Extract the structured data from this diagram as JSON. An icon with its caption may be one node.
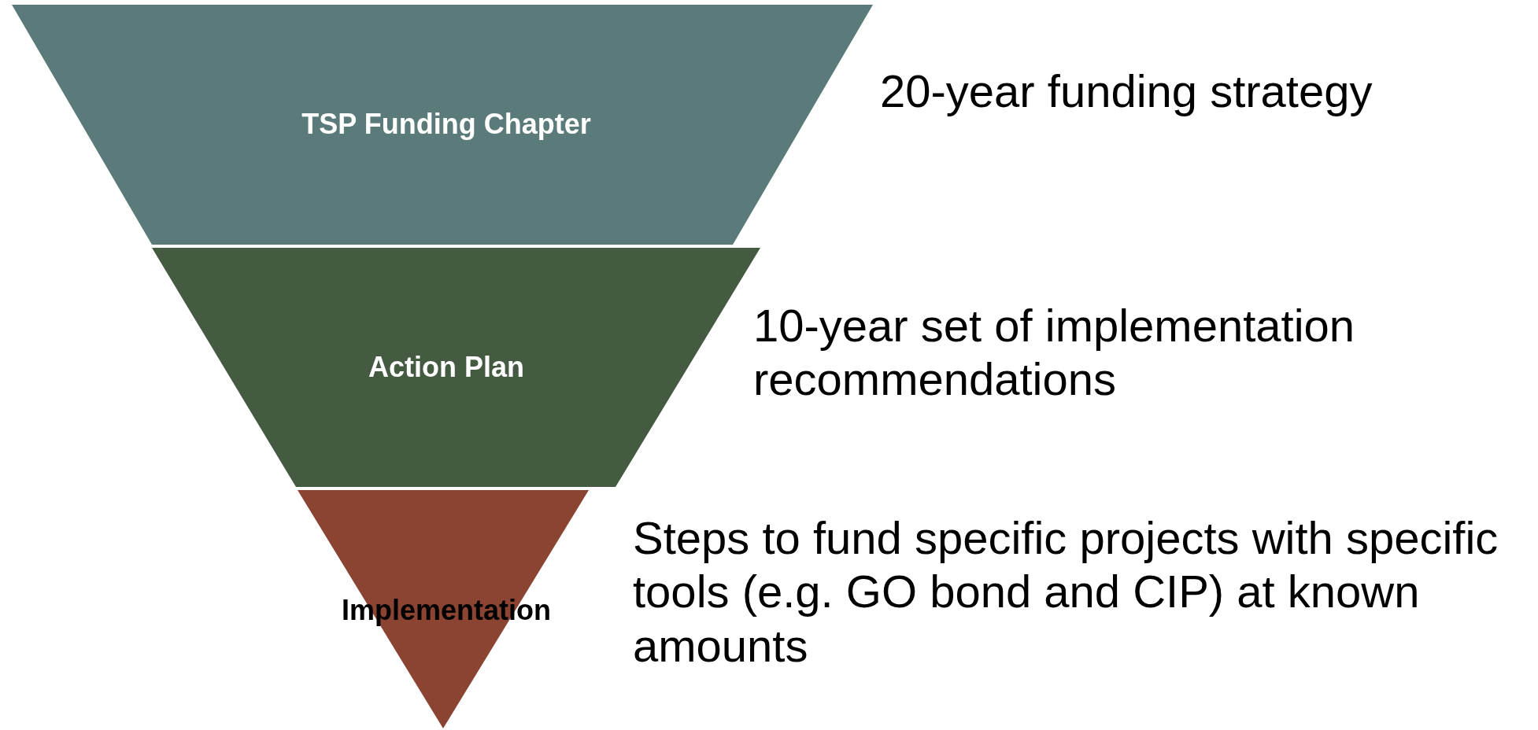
{
  "diagram": {
    "nodes": [
      {
        "text": [
          "TSP Funding Chapter"
        ],
        "beside": [
          "20-year funding strategy"
        ]
      },
      {
        "text": [
          "Action Plan"
        ],
        "beside": [
          "10-year set of implementation recommendations"
        ]
      },
      {
        "text": [
          "Implementation"
        ],
        "beside": [
          "Steps to fund specific projects with specific tools (e.g. GO bond and CIP) at known amounts"
        ]
      }
    ]
  }
}
